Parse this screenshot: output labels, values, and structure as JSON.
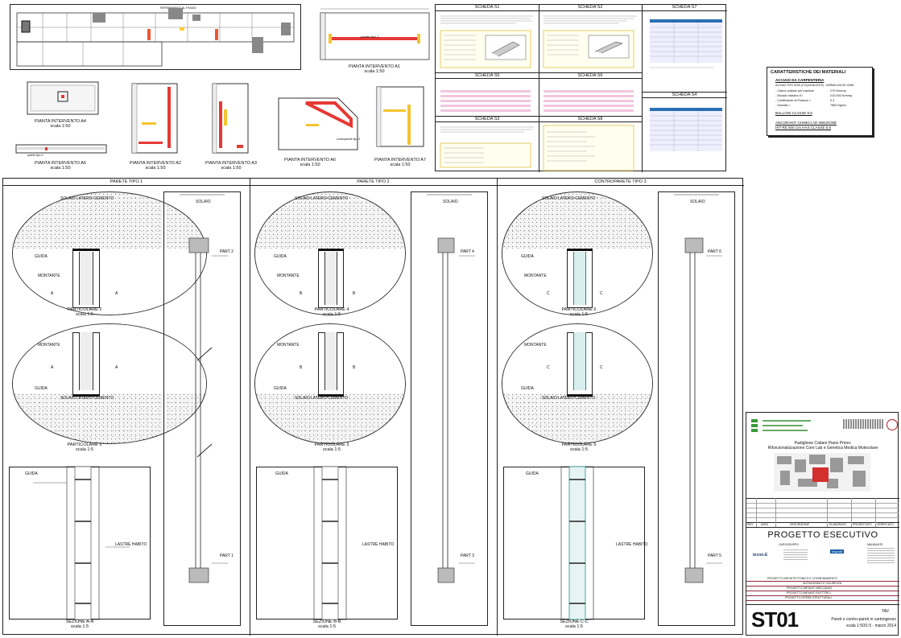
{
  "top_plans": {
    "keyplan_title": "RIFERIMENTI AL PIANO",
    "plans": [
      {
        "title": "PIANTA INTERVENTO A1",
        "scale": "scala 1:50"
      },
      {
        "title": "PIANTA INTERVENTO A4",
        "scale": "scala 1:50"
      },
      {
        "title": "PIANTA INTERVENTO A5",
        "scale": "scala 1:50"
      },
      {
        "title": "PIANTA INTERVENTO A2",
        "scale": "scala 1:50"
      },
      {
        "title": "PIANTA INTERVENTO A3",
        "scale": "scala 1:50"
      },
      {
        "title": "PIANTA INTERVENTO A6",
        "scale": "scala 1:50"
      },
      {
        "title": "PIANTA INTERVENTO A7",
        "scale": "scala 1:50"
      }
    ],
    "a1_note": "parete tipo 1",
    "a5_note": "parete tipo 3",
    "a6_note": "controparete tipo 3"
  },
  "schede": {
    "s1": "SCHEDA S1",
    "s2": "SCHEDA S2",
    "s7": "SCHEDA S7",
    "s5": "SCHEDA S5",
    "s6": "SCHEDA S6",
    "s8": "SCHEDA S8",
    "s3": "SCHEDA S3",
    "s4": "SCHEDA S4"
  },
  "materials": {
    "title": "CARATTERISTICHE DEI MATERIALI",
    "steel_head": "ACCIAIO DA CARPENTERIA",
    "steel_line": "ACCIAIO TIPO S235 (O EQUIVALENTE) - NORMA UNI EN 10346",
    "rows": [
      {
        "k": "- Carico unitario per trazione",
        "v": "270 N/mmq"
      },
      {
        "k": "- Modulo elastico E=",
        "v": "210.000 N/mmq"
      },
      {
        "k": "- Coefficiente di Poisson =",
        "v": "0.3"
      },
      {
        "k": "- Densità =",
        "v": "7850 Kg/mc"
      }
    ],
    "bolts": "BULLONI CLASSE 8.8",
    "anchors_1": "ANCORANTI CHIMICI AD INIEZIONE",
    "anchors_2": "HIT-RE 500 con HAS CLASSE 5.8"
  },
  "sections": {
    "col1": "PARETE TIPO 1",
    "col2": "PARETE TIPO 2",
    "col3": "CONTROPARETE TIPO 3"
  },
  "details": {
    "slab_top": "SOLAIO LATERO-CEMENTO",
    "slab_bottom": "SOLAIO LATERO-CEMENTO",
    "p2": {
      "title": "PARTICOLARE 2",
      "scale": "scala 1:5"
    },
    "p1": {
      "title": "PARTICOLARE 1",
      "scale": "scala 1:5"
    },
    "p4": {
      "title": "PARTICOLARE 4",
      "scale": "scala 1:5"
    },
    "p3": {
      "title": "PARTICOLARE 3",
      "scale": "scala 1:5"
    },
    "p6": {
      "title": "PARTICOLARE 6",
      "scale": "scala 1:5"
    },
    "p5": {
      "title": "PARTICOLARE 5",
      "scale": "scala 1:5"
    },
    "secA": {
      "title": "SEZIONE A-A",
      "scale": "scala 1:5"
    },
    "secB": {
      "title": "SEZIONE B-B",
      "scale": "scala 1:5"
    },
    "secC": {
      "title": "SEZIONE C-C",
      "scale": "scala 1:5"
    },
    "guida": "GUIDA",
    "montante": "MONTANTE",
    "lastre": "LASTRE HABITO",
    "solaio": "SOLAIO",
    "part1": "PART 1",
    "part2": "PART 2",
    "part3": "PART 3",
    "part4": "PART 4",
    "part5": "PART 5",
    "part6": "PART 6",
    "mark_a": "A",
    "mark_b": "B",
    "mark_c": "C"
  },
  "title_block": {
    "project_1": "Padiglione Cattani Piano Primo:",
    "project_2": "Rifunzionalizzazione Core Lab e Genetica Medica Molecolare",
    "rev_headers": [
      "REV",
      "DATA",
      "DESCRIZIONE",
      "ELABORATO",
      "PROGETTATO",
      "VERIFICATO"
    ],
    "phase": "PROGETTO ESECUTIVO",
    "left_col_head": "CAPOGRUPPO",
    "right_col_head": "MANDANTE",
    "left_company": "tecno-E",
    "right_company": "erlyedit",
    "roles": [
      "PROGETTO ARCHITETTONICO E COORDINAMENTO",
      "ANTINCENDIO E SICUREZZA",
      "PROGETTO IMPIANTI MECCANICI",
      "PROGETTO IMPIANTI ELETTRICI",
      "PROGETTO OPERE STRUTTURALI"
    ],
    "code": "ST01",
    "sheet": "TAV.",
    "desc": "Pareti e contro-pareti in cartongesso",
    "scale_date": "scala 1:50/1:5 - marzo 2014"
  }
}
